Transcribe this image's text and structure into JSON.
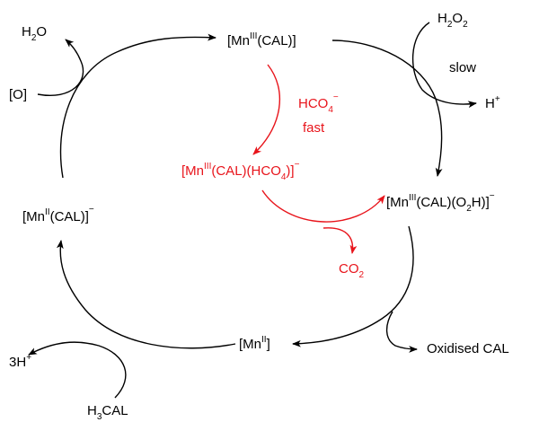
{
  "colors": {
    "black": "#000000",
    "red": "#e8141b"
  },
  "labels": {
    "top": {
      "pre": "[Mn",
      "sup": "III",
      "post": "(CAL)]"
    },
    "water": {
      "main": "H",
      "sub": "2",
      "post": "O"
    },
    "o": {
      "text": "[O]"
    },
    "h2o2": {
      "main": "H",
      "sub1": "2",
      "mid": "O",
      "sub2": "2"
    },
    "slow": {
      "text": "slow"
    },
    "hplus_right": {
      "main": "H",
      "sup": "+"
    },
    "hco4": {
      "main": "HCO",
      "sub": "4",
      "sup": "−"
    },
    "fast": {
      "text": "fast"
    },
    "red_complex": {
      "pre": "[Mn",
      "sup1": "III",
      "mid": "(CAL)(HCO",
      "sub": "4",
      "post": ")]",
      "sup2": "−"
    },
    "right_complex": {
      "pre": "[Mn",
      "sup1": "III",
      "mid": "(CAL)(O",
      "sub": "2",
      "post": "H)]",
      "sup2": "−"
    },
    "left_complex": {
      "pre": "[Mn",
      "sup1": "II",
      "post": "(CAL)]",
      "sup2": "−"
    },
    "co2": {
      "main": "CO",
      "sub": "2"
    },
    "bottom": {
      "pre": "[Mn",
      "sup": "II",
      "post": "]"
    },
    "oxidised": {
      "text": "Oxidised CAL"
    },
    "three_h": {
      "main": "3H",
      "sup": "+"
    },
    "h3cal": {
      "main": "H",
      "sub": "3",
      "post": "CAL"
    }
  }
}
